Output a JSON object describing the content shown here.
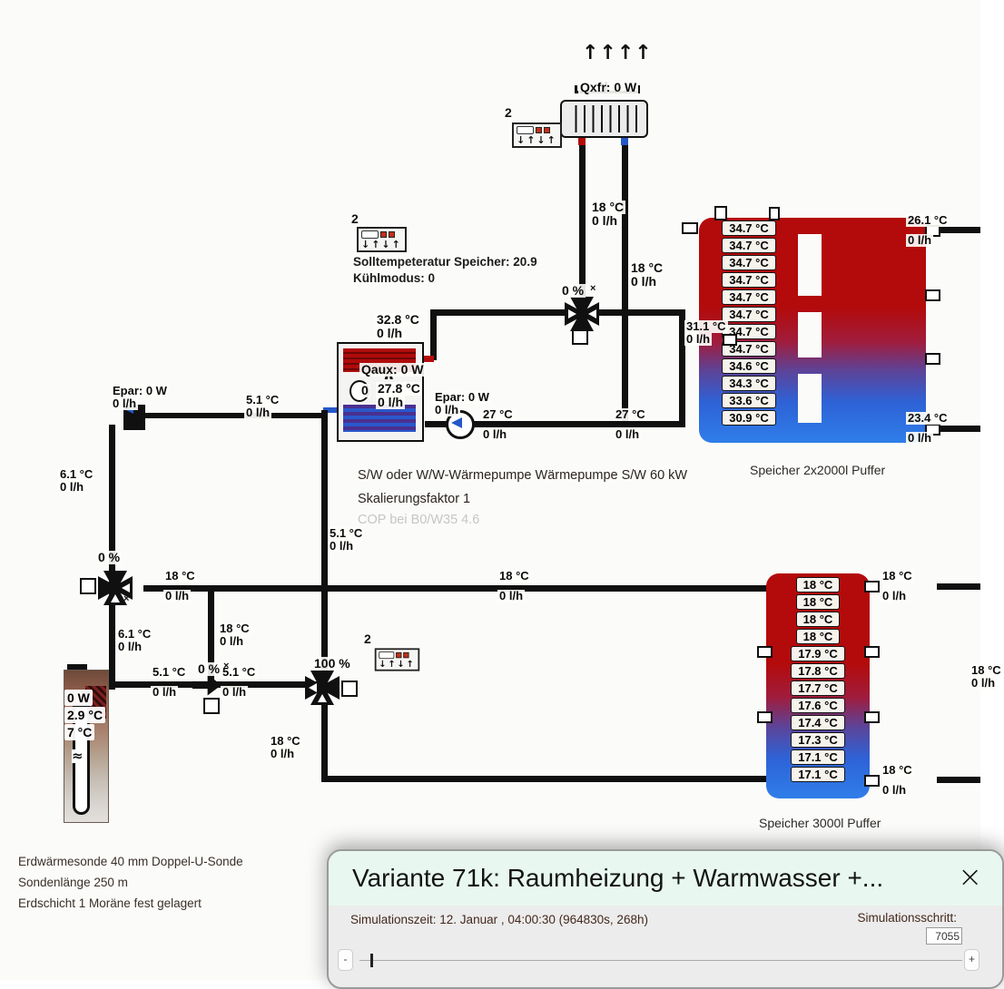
{
  "radiator": {
    "qxfr": "Qxfr: 0 W",
    "arrows": "↑↑↑↑"
  },
  "controllers": {
    "badge": "2",
    "arrows": "↓↑↓↑",
    "text1": "Solltempeteratur Speicher: 20.9",
    "text2": "Kühlmodus: 0"
  },
  "heat_pump": {
    "qaux": "Qaux: 0 W",
    "zero": "0",
    "chevron": "∧",
    "desc1": "S/W oder W/W-Wärmepumpe Wärmepumpe S/W 60 kW",
    "desc2": "Skalierungsfaktor 1",
    "desc3": "COP bei B0/W35 4.6"
  },
  "valves": {
    "v_rad": "0 %",
    "v_left": "0 %",
    "v_bh": "0 %",
    "v_main": "100 %",
    "x": "×"
  },
  "flows": {
    "rad_top": {
      "t": "18 °C",
      "f": "0 l/h"
    },
    "rad_right": {
      "t": "18 °C",
      "f": "0 l/h"
    },
    "hp_out": {
      "t": "32.8 °C",
      "f": "0 l/h"
    },
    "hp_cond": {
      "t": "27.8 °C",
      "f": "0 l/h"
    },
    "pump_epar": {
      "t": "Epar: 0 W",
      "f": "0 l/h"
    },
    "pump_27a": {
      "t": "27 °C",
      "f": "0 l/h"
    },
    "pump_27b": {
      "t": "27 °C",
      "f": "0 l/h"
    },
    "src_epar": {
      "t": "Epar: 0 W",
      "f": "0 l/h"
    },
    "src_51": {
      "t": "5.1 °C",
      "f": "0 l/h"
    },
    "src_61a": {
      "t": "6.1 °C",
      "f": "0 l/h"
    },
    "src_61b": {
      "t": "6.1 °C",
      "f": "0 l/h"
    },
    "valve_18": {
      "t": "18 °C",
      "f": "0 l/h"
    },
    "tee_18": {
      "t": "18 °C",
      "f": "0 l/h"
    },
    "bh_51": {
      "t": "5.1 °C",
      "f": "0 l/h"
    },
    "bv_51": {
      "t": "5.1 °C",
      "f": "0 l/h"
    },
    "mid_51": {
      "t": "5.1 °C",
      "f": "0 l/h"
    },
    "h6_18": {
      "t": "18 °C",
      "f": "0 l/h"
    },
    "bot_18": {
      "t": "18 °C",
      "f": "0 l/h"
    },
    "tank_311": {
      "t": "31.1 °C",
      "f": "0 l/h"
    },
    "tank_261": {
      "t": "26.1 °C",
      "f": "0 l/h"
    },
    "tank_234": {
      "t": "23.4 °C",
      "f": "0 l/h"
    },
    "btank_18a": {
      "t": "18 °C",
      "f": "0 l/h"
    },
    "btank_18b": {
      "t": "18 °C",
      "f": "0 l/h"
    },
    "btank_18c": {
      "t": "18 °C",
      "f": "0 l/h"
    }
  },
  "tanks": {
    "top": {
      "name": "Speicher 2x2000l Puffer",
      "temps": [
        "34.7 °C",
        "34.7 °C",
        "34.7 °C",
        "34.7 °C",
        "34.7 °C",
        "34.7 °C",
        "34.7 °C",
        "34.7 °C",
        "34.6 °C",
        "34.3 °C",
        "33.6 °C",
        "30.9 °C"
      ]
    },
    "bottom": {
      "name": "Speicher 3000l Puffer",
      "temps": [
        "18 °C",
        "18 °C",
        "18 °C",
        "18 °C",
        "17.9 °C",
        "17.8 °C",
        "17.7 °C",
        "17.6 °C",
        "17.4 °C",
        "17.3 °C",
        "17.1 °C",
        "17.1 °C"
      ]
    }
  },
  "borehole": {
    "chips": [
      "0 W",
      "2.9 °C",
      "7 °C"
    ],
    "break_mark": "≈",
    "caption1": "Erdwärmesonde 40 mm Doppel-U-Sonde",
    "caption2": "Sondenlänge 250 m",
    "caption3": "Erdschicht 1 Moräne fest gelagert"
  },
  "dialog": {
    "title": "Variante 71k: Raumheizung + Warmwasser +...",
    "close": "×",
    "sim_time": "Simulationszeit: 12. Januar , 04:00:30 (964830s, 268h)",
    "step_label": "Simulationsschritt:",
    "step_value": "7055",
    "minus": "-",
    "plus": "+"
  }
}
